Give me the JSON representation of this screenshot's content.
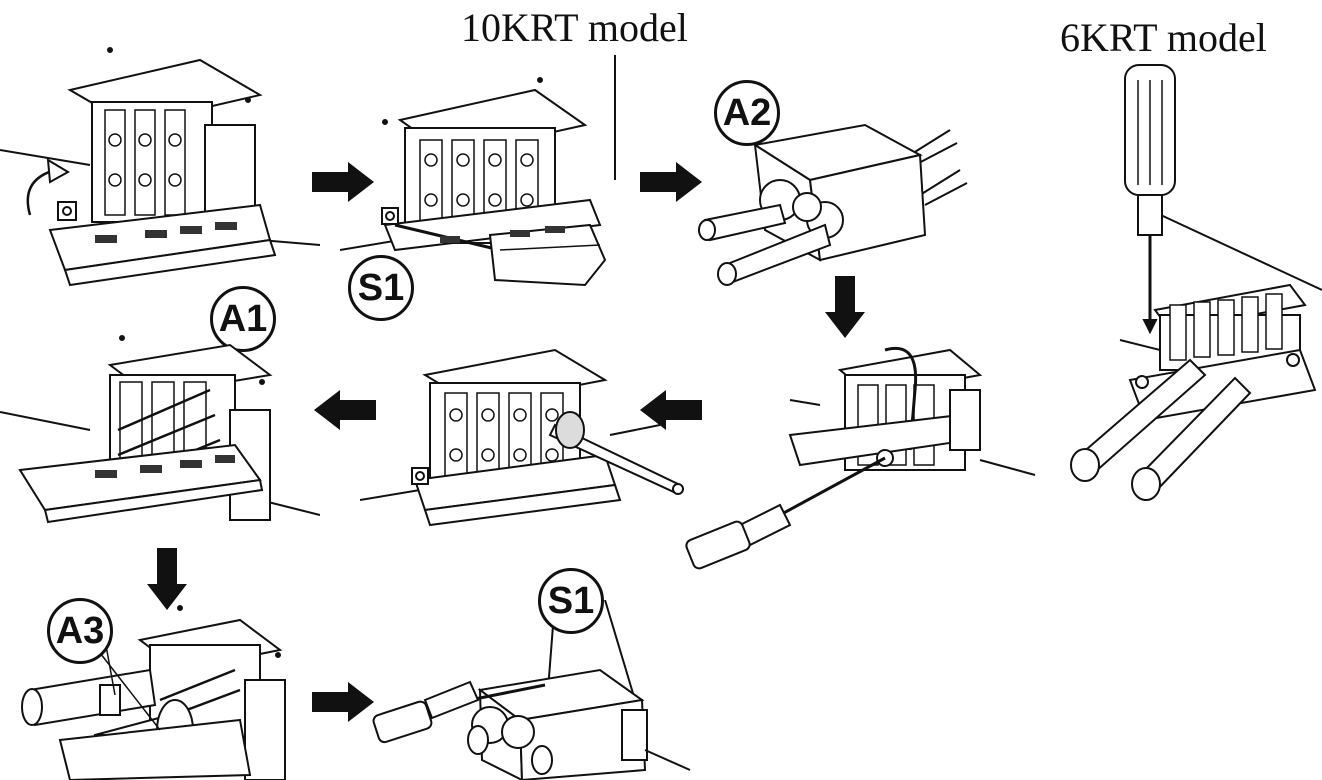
{
  "titles": {
    "model_10krt": "10KRT model",
    "model_6krt": "6KRT model"
  },
  "labels": {
    "a1": "A1",
    "a2": "A2",
    "a3": "A3",
    "s1_top": "S1",
    "s1_bottom": "S1"
  },
  "colors": {
    "line": "#111111",
    "fill": "#ffffff",
    "shade": "#dcdcdc",
    "dark": "#222222"
  },
  "icons": [
    "arrow-right-icon",
    "arrow-left-icon",
    "arrow-down-icon",
    "screwdriver-icon",
    "terminal-block-icon",
    "cable-cover-icon",
    "curved-arrow-icon"
  ]
}
